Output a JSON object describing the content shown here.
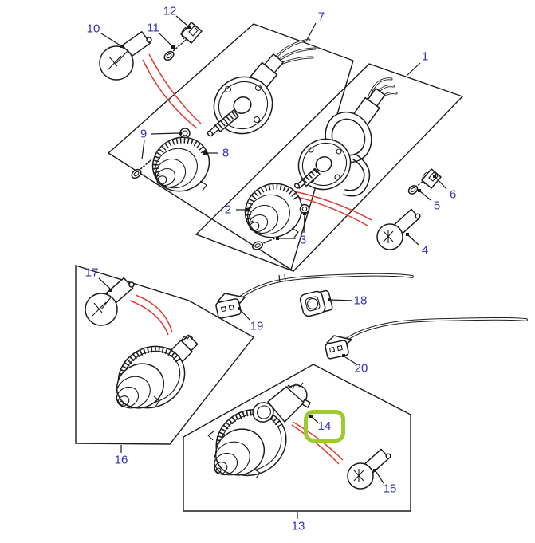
{
  "diagram": {
    "kind": "exploded-parts-diagram",
    "colors": {
      "background": "#ffffff",
      "line": "#1c1c1c",
      "label": "#3333bb",
      "red": "#e23b32",
      "highlight": "#9dca2c"
    },
    "highlighted_callout": "14",
    "callouts": [
      {
        "label": "1"
      },
      {
        "label": "2"
      },
      {
        "label": "3"
      },
      {
        "label": "4"
      },
      {
        "label": "5"
      },
      {
        "label": "6"
      },
      {
        "label": "7"
      },
      {
        "label": "8"
      },
      {
        "label": "9"
      },
      {
        "label": "10"
      },
      {
        "label": "11"
      },
      {
        "label": "12"
      },
      {
        "label": "13"
      },
      {
        "label": "14"
      },
      {
        "label": "15"
      },
      {
        "label": "16"
      },
      {
        "label": "17"
      },
      {
        "label": "18"
      },
      {
        "label": "19"
      },
      {
        "label": "20"
      }
    ]
  }
}
